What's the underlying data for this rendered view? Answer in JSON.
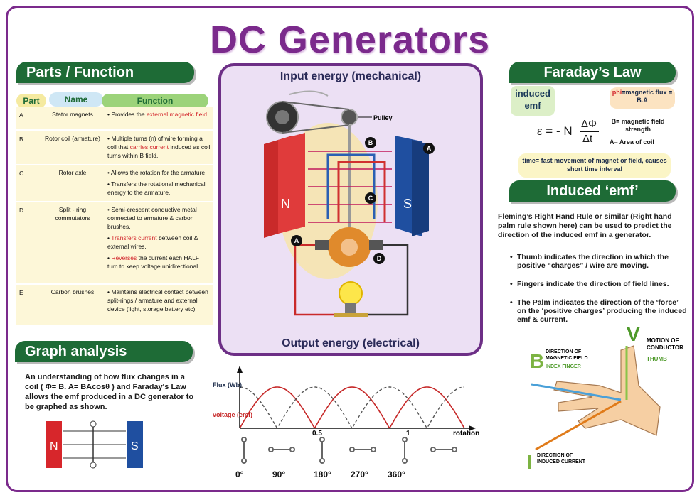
{
  "title": "DC Generators",
  "parts": {
    "header": "Parts / Function",
    "columns": [
      "Part",
      "Name",
      "Function"
    ],
    "rows": [
      {
        "part": "A",
        "name": "Stator magnets",
        "func": [
          [
            "• Provides the ",
            "external magnetic field",
            "."
          ]
        ]
      },
      {
        "part": "B",
        "name": "Rotor coil (armature)",
        "func": [
          [
            "• Multiple turns (n) of wire forming a coil that ",
            "carries current",
            " induced as coil turns within  B field."
          ]
        ]
      },
      {
        "part": "C",
        "name": "Rotor axle",
        "func": [
          [
            "• Allows the rotation for the armature",
            "",
            ""
          ],
          [
            "• Transfers the rotational mechanical energy to the armature.",
            "",
            ""
          ]
        ]
      },
      {
        "part": "D",
        "name": "Split - ring commutators",
        "func": [
          [
            "• Semi-crescent conductive metal connected to armature & carbon brushes.",
            "",
            ""
          ],
          [
            "• ",
            "Transfers current",
            " between coil & external wires."
          ],
          [
            "• ",
            "Reverses",
            " the current each HALF turn to keep voltage unidirectional."
          ]
        ]
      },
      {
        "part": "E",
        "name": "Carbon brushes",
        "func": [
          [
            "• Maintains electrical contact between split-rings / armature and external device (light, storage battery etc)",
            "",
            ""
          ]
        ]
      }
    ]
  },
  "center": {
    "input": "Input energy (mechanical)",
    "output": "Output energy (electrical)",
    "pulley": "Pulley",
    "n": "N",
    "s": "S",
    "marks": [
      "A",
      "B",
      "C",
      "D",
      "A"
    ]
  },
  "faraday": {
    "header": "Faraday’s Law",
    "induced_emf": "induced emf",
    "phi_prefix": "phi",
    "phi": "=magnetic flux = B.A",
    "b_def": "B= magnetic field strength",
    "a_def": "A= Area of coil",
    "eq_left": "ε = - N",
    "eq_num": "ΔΦ",
    "eq_den": "Δt",
    "time": "time= fast movement of magnet or field, causes short time interval"
  },
  "induced": {
    "header": "Induced ‘emf’",
    "intro": "Fleming’s Right Hand Rule or similar (Right hand palm rule shown here) can be used to predict the direction of the induced emf in a generator.",
    "bullets": [
      "Thumb indicates the direction in which the positive “charges” / wire are moving.",
      "Fingers indicate the direction of field lines.",
      "The Palm indicates the direction of the ‘force’ on the ‘positive charges’ producing the induced  emf & current."
    ]
  },
  "graph": {
    "header": "Graph analysis",
    "text": "An understanding of how flux changes in a coil ( Φ= B. A= BAcosθ ) and Faraday's Law allows the emf produced in a DC generator to be graphed as shown.",
    "n": "N",
    "s": "S",
    "flux_label": "Flux (Wb)",
    "voltage_label": "voltage (emf)",
    "x_label": "rotation",
    "ticks": [
      "0.5",
      "1"
    ],
    "degrees": [
      "0°",
      "90°",
      "180°",
      "270°",
      "360°"
    ]
  },
  "hand": {
    "v": "V",
    "motion": "MOTION OF CONDUCTOR",
    "thumb": "THUMB",
    "b": "B",
    "dir_field": "DIRECTION OF MAGNETIC FIELD",
    "index": "INDEX FINGER",
    "i": "I",
    "dir_current": "DIRECTION OF INDUCED CURRENT"
  },
  "colors": {
    "purple": "#7b2a8c",
    "green": "#1e6b36",
    "red": "#d2232a",
    "blue": "#1f4fa0"
  }
}
